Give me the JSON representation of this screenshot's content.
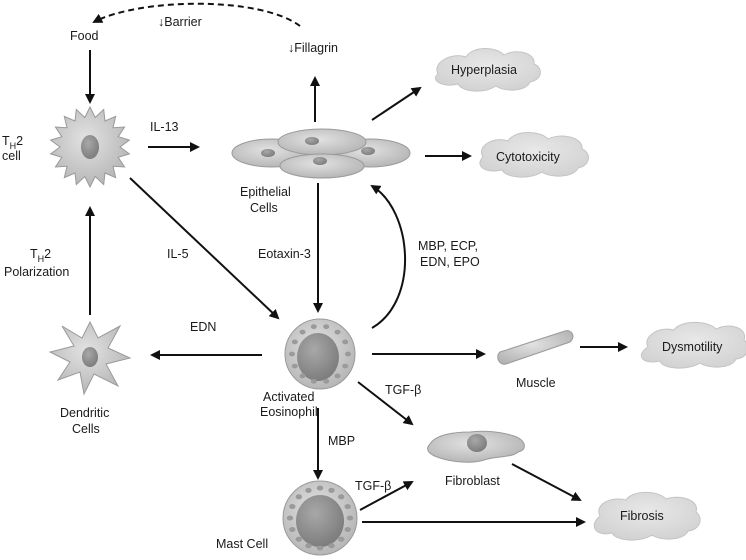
{
  "nodes": {
    "food": "Food",
    "barrier": "↓Barrier",
    "fillagrin": "↓Fillagrin",
    "th2_cell": {
      "main": "T",
      "sub": "H",
      "suffix": "2",
      "line2": "cell"
    },
    "th2_polarization": {
      "main": "T",
      "sub": "H",
      "suffix": "2",
      "line2": "Polarization"
    },
    "il13": "IL-13",
    "il5": "IL-5",
    "epithelial_cells": [
      "Epithelial",
      "Cells"
    ],
    "eotaxin3": "Eotaxin-3",
    "mbp_ecp": [
      "MBP, ECP,",
      "EDN, EPO"
    ],
    "edn": "EDN",
    "dendritic_cells": [
      "Dendritic",
      "Cells"
    ],
    "activated_eosinophil": [
      "Activated",
      "Eosinophil"
    ],
    "tgf_beta_1": "TGF-β",
    "tgf_beta_2": "TGF-β",
    "mbp": "MBP",
    "mast_cell": "Mast Cell",
    "muscle": "Muscle",
    "fibroblast": "Fibroblast"
  },
  "outcomes": {
    "hyperplasia": "Hyperplasia",
    "cytotoxicity": "Cytotoxicity",
    "dysmotility": "Dysmotility",
    "fibrosis": "Fibrosis"
  },
  "colors": {
    "cell_fill": "#c8c8c8",
    "cell_stroke": "#9a9a9a",
    "nucleus": "#8f8f8f",
    "cloud_fill": "#dcdcdc",
    "arrow": "#111111"
  }
}
